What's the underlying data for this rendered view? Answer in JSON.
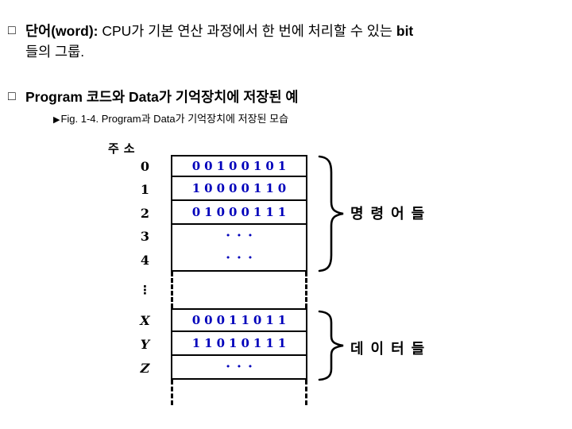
{
  "slide": {
    "bullet1": {
      "marker": "□",
      "lead": "단어(word):",
      "body": " CPU가 기본 연산 과정에서 한 번에 처리할 수 있는 ",
      "tail": "bit",
      "line2": "들의 그룹."
    },
    "bullet2": {
      "marker": "□",
      "text": "Program 코드와 Data가 기억장치에 저장된 예"
    },
    "fig": {
      "marker": "▶",
      "text": "Fig. 1-4. Program과 Data가 기억장치에 저장된 모습"
    }
  },
  "diagram": {
    "address_header": "주소",
    "rows": [
      {
        "addr": "0",
        "value": "00100101"
      },
      {
        "addr": "1",
        "value": "10000110"
      },
      {
        "addr": "2",
        "value": "01000111"
      },
      {
        "addr": "3",
        "value": "···"
      },
      {
        "addr": "4",
        "value": "···"
      },
      {
        "addr": "⋮",
        "value": ""
      },
      {
        "addr": "X",
        "value": "00011011"
      },
      {
        "addr": "Y",
        "value": "11010111"
      },
      {
        "addr": "Z",
        "value": "···"
      }
    ],
    "braces": [
      {
        "label": "명령어들"
      },
      {
        "label": "데이터들"
      }
    ],
    "colors": {
      "binary_text": "#0000BB",
      "line": "#000000"
    }
  }
}
